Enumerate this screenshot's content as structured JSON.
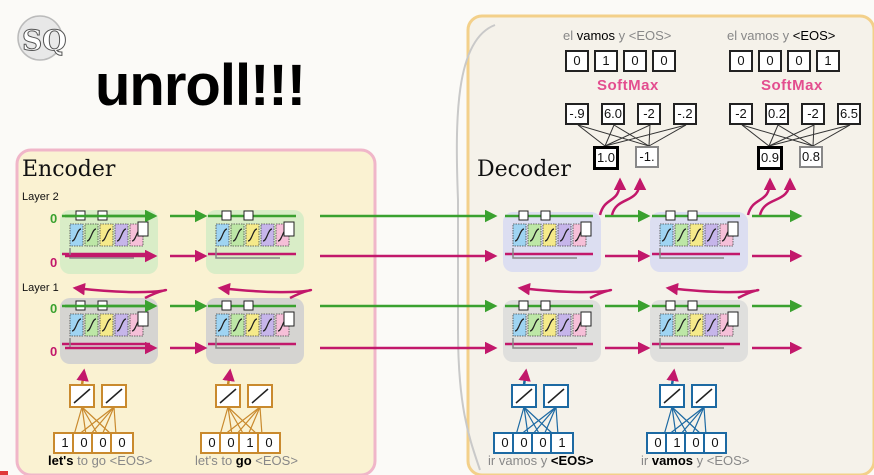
{
  "title": "unroll!!!",
  "logo_text": "SQ",
  "sections": {
    "encoder": "Encoder",
    "decoder": "Decoder"
  },
  "layer_labels": {
    "layer2": "Layer 2",
    "layer1": "Layer 1"
  },
  "init_values": {
    "green": "0",
    "pink": "0"
  },
  "softmax_label": "SoftMax",
  "vocab_out": [
    "el",
    "vamos",
    "y",
    "<EOS>"
  ],
  "decoder_outputs": [
    {
      "onehot": [
        "0",
        "1",
        "0",
        "0"
      ],
      "highlight": 1,
      "raw": [
        "-.9",
        "6.0",
        "-2",
        "-.2"
      ],
      "fc": [
        "1.0",
        "-1."
      ]
    },
    {
      "onehot": [
        "0",
        "0",
        "0",
        "1"
      ],
      "highlight": 3,
      "raw": [
        "-2",
        "0.2",
        "-2",
        "6.5"
      ],
      "fc": [
        "0.9",
        "0.8"
      ]
    }
  ],
  "encoder_inputs": [
    {
      "onehot": [
        "1",
        "0",
        "0",
        "0"
      ],
      "vocab": [
        "let's",
        "to",
        "go",
        "<EOS>"
      ],
      "highlight": 0
    },
    {
      "onehot": [
        "0",
        "0",
        "1",
        "0"
      ],
      "vocab": [
        "let's",
        "to",
        "go",
        "<EOS>"
      ],
      "highlight": 2
    }
  ],
  "decoder_inputs": [
    {
      "onehot": [
        "0",
        "0",
        "0",
        "1"
      ],
      "vocab": [
        "ir",
        "vamos",
        "y",
        "<EOS>"
      ],
      "highlight": 3
    },
    {
      "onehot": [
        "0",
        "1",
        "0",
        "0"
      ],
      "vocab": [
        "ir",
        "vamos",
        "y",
        "<EOS>"
      ],
      "highlight": 1
    }
  ],
  "colors": {
    "green": "#3aa12f",
    "pink": "#c2186b",
    "orange": "#c98a2e",
    "blue": "#1d6aa3",
    "softmax": "#e34d8f"
  }
}
